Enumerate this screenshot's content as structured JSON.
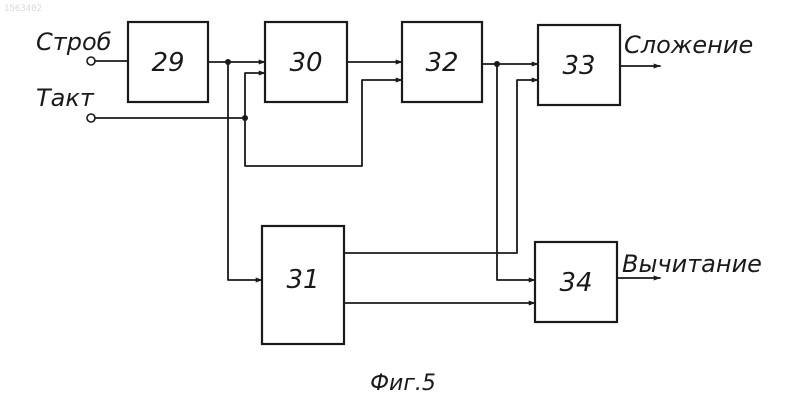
{
  "doc_number": "1563402",
  "inputs": {
    "strobe": "Строб",
    "clock": "Такт"
  },
  "outputs": {
    "addition": "Сложение",
    "subtraction": "Вычитание"
  },
  "blocks": {
    "b29": "29",
    "b30": "30",
    "b31": "31",
    "b32": "32",
    "b33": "33",
    "b34": "34"
  },
  "caption": "Фиг.5"
}
